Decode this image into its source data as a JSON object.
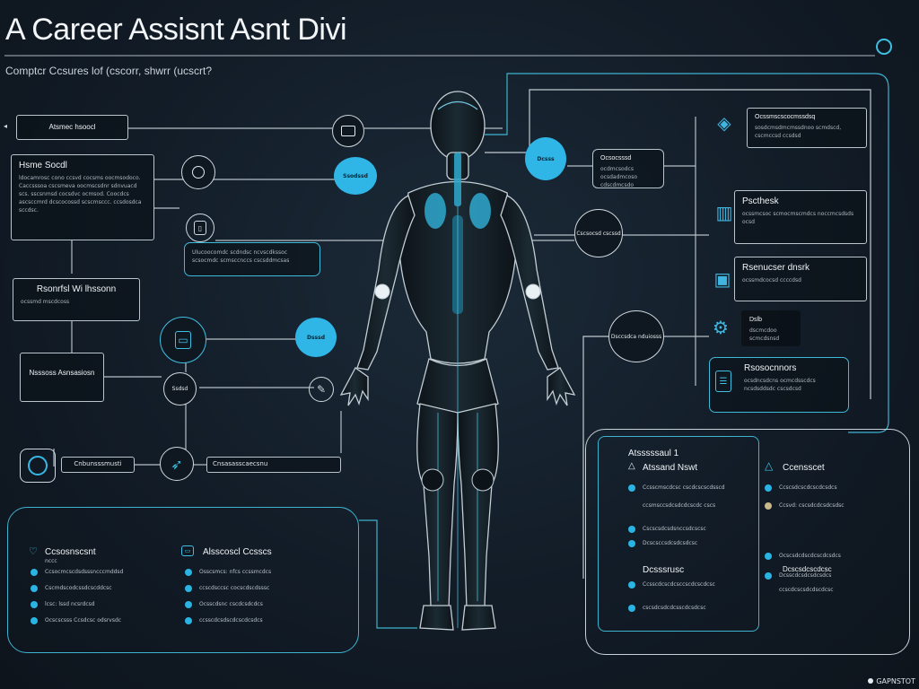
{
  "header": {
    "title": "A Career Assisnt Asnt Divi",
    "subtitle": "Comptcr Ccsures lof (cscorr, shwrr (ucscrt?"
  },
  "left": {
    "box_top_label": "Atsmec hsoocl",
    "box_home_title": "Hsme Socdl",
    "box_home_text": "ldocamrosc cono ccsvd cocsms oocmsodoco. Caccsssoa cscsmeva oocmscsdnr sdnvuacd scs. sscsnmsd cocsdvc ocmsod. Coocdcs ascsccmrd dcscocossd scscmsccc. ccsdosdca sccdsc.",
    "box_mid_title": "Rsonrfsl Wi lhssonn",
    "box_mid_text": "ocssmd mscdcoss",
    "box_assess_title": "Nsssoss Asnsasiosn",
    "long_box_text": "Ulucoocomdc scdndsc ncvscdkssoc scsocmdc scmsccnccs cscsddmcsas",
    "node_label": "Ssdsd",
    "bottom_pill_label": "Cnbunsssmusti",
    "bottom_pill2_label": "Cnsasasscaecsnu"
  },
  "center": {
    "bubble_1": "Ssodssd",
    "bubble_2": "Dsssd",
    "bubble_3": "Dcsss",
    "ring_1": "Cscsocsd cscssd",
    "ring_2": "Dsccsdca nduiosss",
    "mini_box_title": "Ocsocsssd",
    "mini_box_text": "ocdmcsodcs ocsdadmcoso cdscdmcsdo"
  },
  "right": {
    "card_1_title": "Ocssmscscocmssdsq",
    "card_1_text": "sosdcmsdmcmssdnoo scmdscd, cscmccsd ccsdsd",
    "card_2_title": "Pscthesk",
    "card_2_text": "ocssmcsoc scmocmscmdcs noccmcsdsds ocsd",
    "card_3_title": "Rsenucser dnsrk",
    "card_3_text": "ocssmdcocsd ccccdsd",
    "card_4_title": "Dslb",
    "card_4_text": "dscmcdoo scmcdsnsd",
    "card_5_title": "Rsosocnnors",
    "card_5_text": "ocsdncsdcns ocmcdsscdcs ncsdsddsdc cscsdcsd"
  },
  "panel_bl": {
    "col1_title": "Ccsosnscsnt",
    "col1_sub": "nccc",
    "col1_rows": [
      "Ccsocmcscdsdsssncccmddsd",
      "Cscmdscodcssdcscddcsc",
      "lcsc: lssd ncsrdcsd",
      "Ocscscsss Ccsdcsc odsrvsdc"
    ],
    "col2_title": "Alsscoscl Ccsscs",
    "col2_rows": [
      "Osscsmcs: nfcs ccssmcdcs",
      "ccscdsccsc cocscdscdsssc",
      "Ocsscdsnc cscdcsdcdcs",
      "ccsscdcsdscdcscdcsdcs"
    ]
  },
  "panel_br": {
    "heading": "Atsssssaul 1",
    "left_title": "Atssand Nswt",
    "right_title": "Ccensscet",
    "left_rows": [
      "Ccsscmscdcsc cscdcscscdsscd",
      "ccsmsccsdcsdcdcscdc cscs",
      "Cscscsdcsdsnccsdcscsc",
      "Dcscsccsdcsdcsdcsc"
    ],
    "lower_title": "Dcsssrusc",
    "lower_rows": [
      "Ccsscdcscdcsccscdcscdcsc",
      "cscsdcsdcdcsscdcsdcsc"
    ],
    "right_rows": [
      "Ccscsdcscdcscdcsdcs",
      "Ccsvd: cscsdcdcsdcsdsc",
      "Ocscsdcdscdcscdcsdcs",
      "Dcsscdcsdcsdcsdcs",
      "ccscdcscsdcdscdcsc"
    ],
    "right_lower_title": "Dcscsdcscdcsc"
  },
  "footer": "GAPNSTOT"
}
